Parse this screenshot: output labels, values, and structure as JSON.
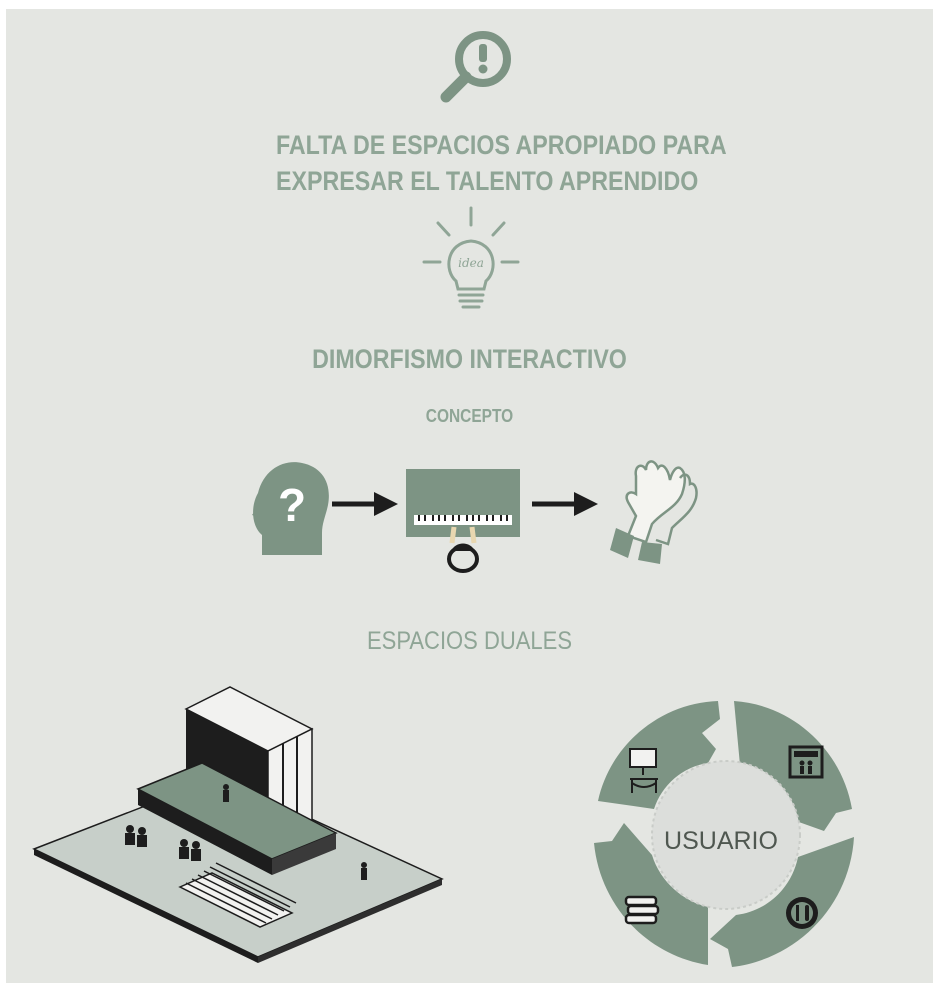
{
  "header": {
    "icon": "magnifier-exclamation-icon",
    "problem_line1": "FALTA DE ESPACIOS APROPIADO PARA",
    "problem_line2": "EXPRESAR EL TALENTO APRENDIDO"
  },
  "idea": {
    "icon": "lightbulb-icon",
    "bulb_text": "idea"
  },
  "concept": {
    "name": "DIMORFISMO INTERACTIVO",
    "label": "CONCEPTO",
    "flow_icons": [
      "head-question-icon",
      "arrow-right-icon",
      "piano-player-icon",
      "arrow-right-icon",
      "clapping-hands-icon"
    ]
  },
  "dual_spaces": {
    "label": "ESPACIOS DUALES",
    "illustration": "isometric-building-illustration"
  },
  "user_cycle": {
    "center_label": "USUARIO",
    "segment_icons": [
      "museum-exhibit-icon",
      "stage-theater-icon",
      "dining-icon",
      "books-icon"
    ]
  },
  "colors": {
    "background": "#e4e6e2",
    "accent_green": "#8fa596",
    "icon_green": "#7d9484",
    "dark": "#1d1d1d"
  }
}
